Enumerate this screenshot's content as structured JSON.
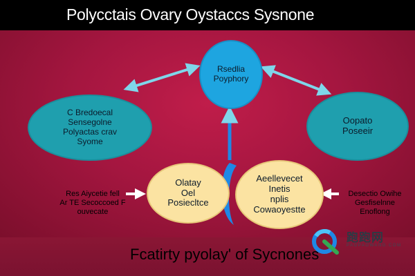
{
  "title": "Polycctais Ovary Oystaccs Sysnone",
  "caption": "Fcatirty pyolay' of Sycnones",
  "nodes": {
    "top": {
      "lines": [
        "Rsedlia",
        "Poyphory"
      ]
    },
    "left": {
      "lines": [
        "C Bredoecal",
        "Sensegolne",
        "Polyactas crav",
        "Syome"
      ]
    },
    "right": {
      "lines": [
        "Oopato",
        "Poseeir"
      ]
    },
    "mid_left": {
      "lines": [
        "Olatay",
        "Oel",
        "Posiecltce"
      ]
    },
    "mid_right": {
      "lines": [
        "Aeellevecet",
        "Inetis",
        "nplis",
        "Cowaoyestte"
      ]
    }
  },
  "side_labels": {
    "left": {
      "lines": [
        "Res Aiycetie fell",
        "Ar TE Secoccoed F",
        "ouvecate"
      ]
    },
    "right": {
      "lines": [
        "Desectio Owihe",
        "Gesfiselnne",
        "Enoflong"
      ]
    }
  },
  "watermark": {
    "text": "跑跑网",
    "sub": "PAOPAOWANG.COM"
  },
  "colors": {
    "background": "#8c1535",
    "title_bar": "#000000",
    "blue_node": "#1ea5e0",
    "teal_node": "#1f9fae",
    "yellow_node": "#fbe3a2",
    "arrow": "#7fd6ea",
    "arrow_white": "#ffffff"
  }
}
